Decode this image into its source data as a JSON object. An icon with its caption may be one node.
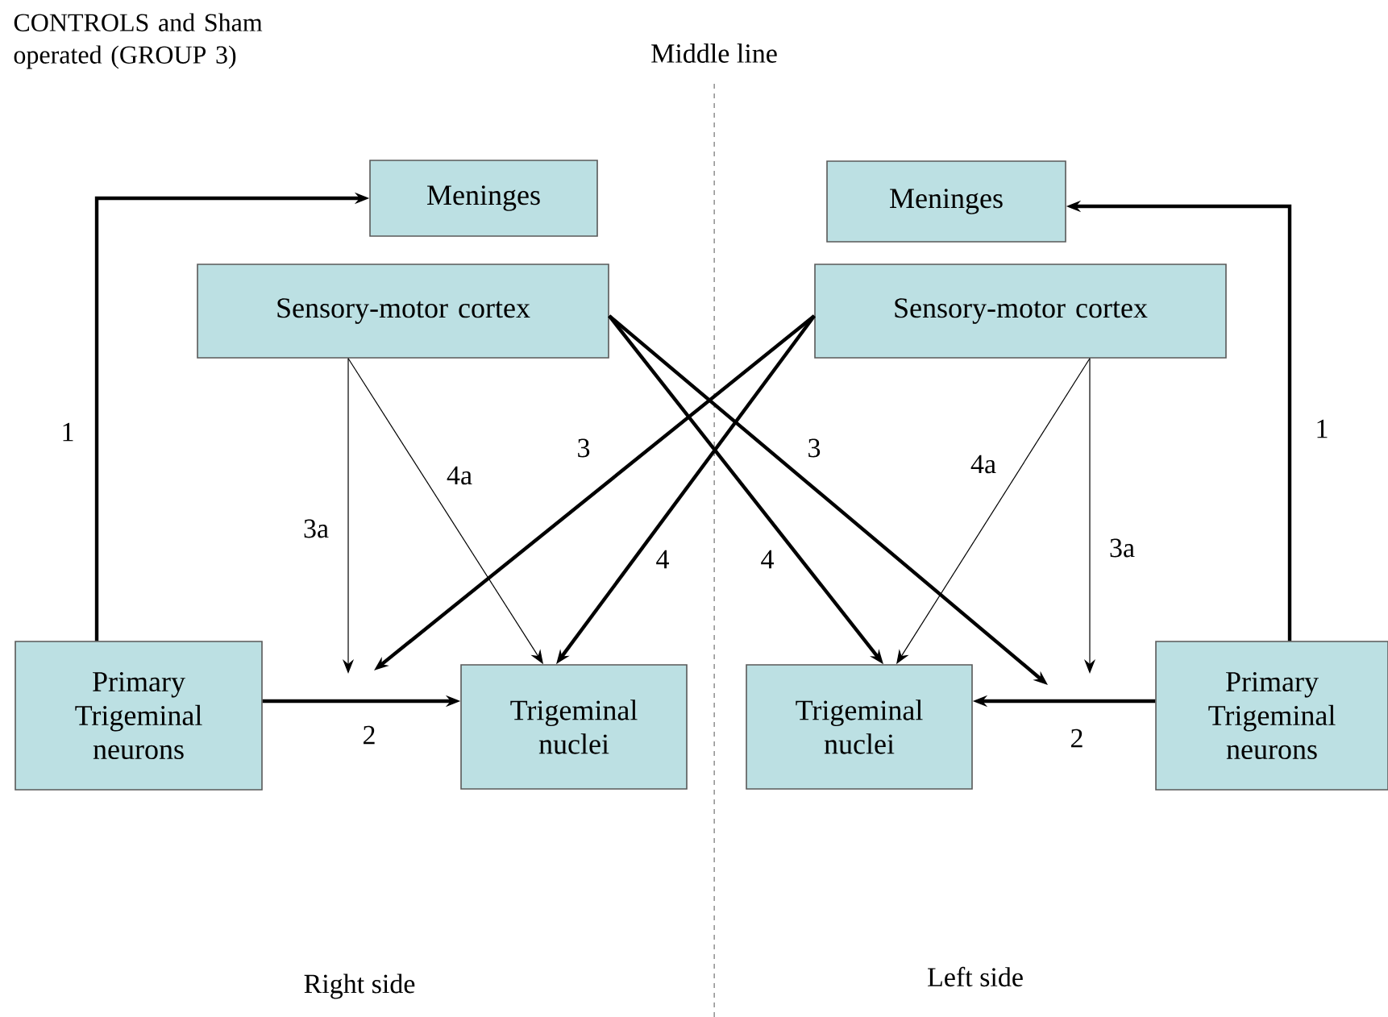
{
  "diagram": {
    "title": "CONTROLS and Sham operated (GROUP 3)",
    "nodes": [
      {
        "text": [
          "Meninges"
        ]
      },
      {
        "text": [
          "Sensory-motor cortex"
        ]
      },
      {
        "text": [
          "Primary Trigeminal neurons"
        ]
      },
      {
        "text": [
          "Trigeminal nuclei"
        ]
      },
      {
        "text": [
          "Meninges"
        ]
      },
      {
        "text": [
          "Sensory-motor cortex"
        ]
      },
      {
        "text": [
          "Trigeminal nuclei"
        ]
      },
      {
        "text": [
          "Primary Trigeminal neurons"
        ]
      }
    ],
    "edges": [
      {
        "from": 2,
        "to": 0,
        "arrow": "to",
        "label": "1"
      },
      {
        "from": 2,
        "to": 3,
        "arrow": "to",
        "label": "2"
      },
      {
        "from": 1,
        "to": null,
        "arrow": "to",
        "label": "3a"
      },
      {
        "from": 1,
        "to": 3,
        "arrow": "to",
        "label": "4a"
      },
      {
        "from": 5,
        "to": null,
        "arrow": "to",
        "label": "3"
      },
      {
        "from": 5,
        "to": 3,
        "arrow": "to",
        "label": "4"
      },
      {
        "from": 1,
        "to": null,
        "arrow": "to",
        "label": "3"
      },
      {
        "from": 1,
        "to": 6,
        "arrow": "to",
        "label": "4"
      },
      {
        "from": 5,
        "to": 6,
        "arrow": "to",
        "label": "4a"
      },
      {
        "from": 5,
        "to": null,
        "arrow": "to",
        "label": "3a"
      },
      {
        "from": 7,
        "to": 4,
        "arrow": "to",
        "label": "1"
      },
      {
        "from": 7,
        "to": 6,
        "arrow": "to",
        "label": "2"
      }
    ],
    "labels": [
      "Middle line",
      "Right side",
      "Left side"
    ]
  }
}
